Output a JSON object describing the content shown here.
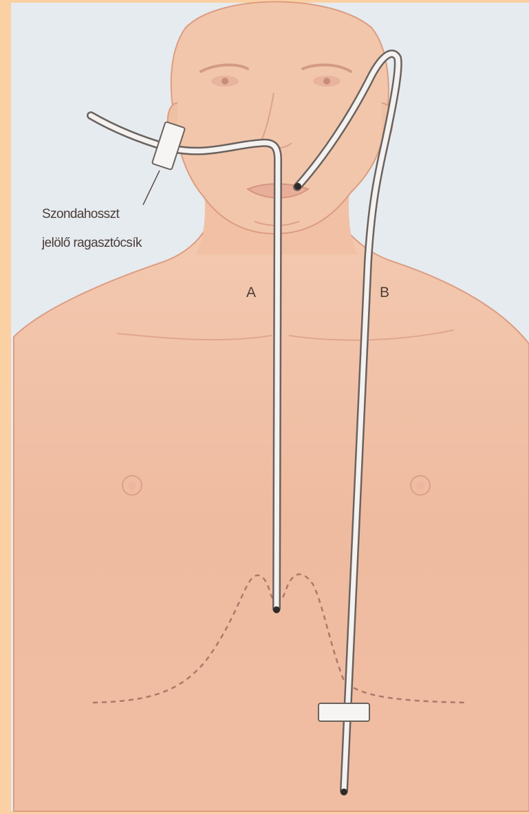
{
  "diagram": {
    "annotation": {
      "line1": "Szondahosszt",
      "line2": "jelölő ragasztócsík"
    },
    "tube_a_label": "A",
    "tube_b_label": "B"
  },
  "colors": {
    "frame": "#fbd0a3",
    "background": "#e6ebef",
    "skin": "#f2c3a8",
    "skin_outline": "#dc9c82",
    "tube": "#f4f2f0",
    "tube_outline": "#6a625e",
    "text": "#4a3d38"
  }
}
